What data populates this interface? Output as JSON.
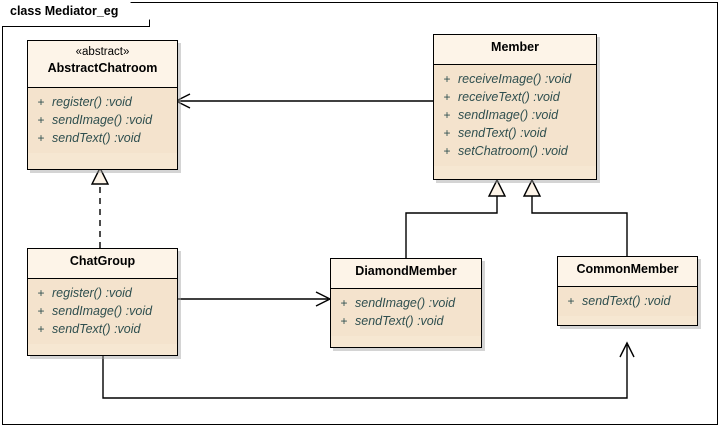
{
  "frame": {
    "label": "class Mediator_eg"
  },
  "classes": [
    {
      "id": "abstract-chatroom",
      "stereotype": "«abstract»",
      "name": "AbstractChatroom",
      "features": [
        {
          "visibility": "+",
          "signature": "register()  :void"
        },
        {
          "visibility": "+",
          "signature": "sendImage()  :void"
        },
        {
          "visibility": "+",
          "signature": "sendText()  :void"
        }
      ]
    },
    {
      "id": "member",
      "stereotype": "",
      "name": "Member",
      "features": [
        {
          "visibility": "+",
          "signature": "receiveImage()  :void"
        },
        {
          "visibility": "+",
          "signature": "receiveText()  :void"
        },
        {
          "visibility": "+",
          "signature": "sendImage()  :void"
        },
        {
          "visibility": "+",
          "signature": "sendText()  :void"
        },
        {
          "visibility": "+",
          "signature": "setChatroom()  :void"
        }
      ]
    },
    {
      "id": "chat-group",
      "stereotype": "",
      "name": "ChatGroup",
      "features": [
        {
          "visibility": "+",
          "signature": "register()  :void"
        },
        {
          "visibility": "+",
          "signature": "sendImage()  :void"
        },
        {
          "visibility": "+",
          "signature": "sendText()  :void"
        }
      ]
    },
    {
      "id": "diamond-member",
      "stereotype": "",
      "name": "DiamondMember",
      "features": [
        {
          "visibility": "+",
          "signature": "sendImage()  :void"
        },
        {
          "visibility": "+",
          "signature": "sendText()  :void"
        }
      ]
    },
    {
      "id": "common-member",
      "stereotype": "",
      "name": "CommonMember",
      "features": [
        {
          "visibility": "+",
          "signature": "sendText()  :void"
        }
      ]
    }
  ],
  "relationships": [
    {
      "id": "member-to-abstractchatroom",
      "kind": "association",
      "from": "Member",
      "to": "AbstractChatroom"
    },
    {
      "id": "chatgroup-realizes-abstractchatroom",
      "kind": "realization",
      "from": "ChatGroup",
      "to": "AbstractChatroom"
    },
    {
      "id": "diamondmember-extends-member",
      "kind": "generalization",
      "from": "DiamondMember",
      "to": "Member"
    },
    {
      "id": "commonmember-extends-member",
      "kind": "generalization",
      "from": "CommonMember",
      "to": "Member"
    },
    {
      "id": "chatgroup-to-diamondmember",
      "kind": "association",
      "from": "ChatGroup",
      "to": "DiamondMember"
    },
    {
      "id": "chatgroup-to-commonmember",
      "kind": "association",
      "from": "ChatGroup",
      "to": "CommonMember"
    }
  ],
  "colors": {
    "class_header_fill": "#fdf4e8",
    "class_body_fill": "#f4e3cd",
    "line": "#000000",
    "feature_text": "#2f4f4f",
    "background": "#ffffff"
  }
}
